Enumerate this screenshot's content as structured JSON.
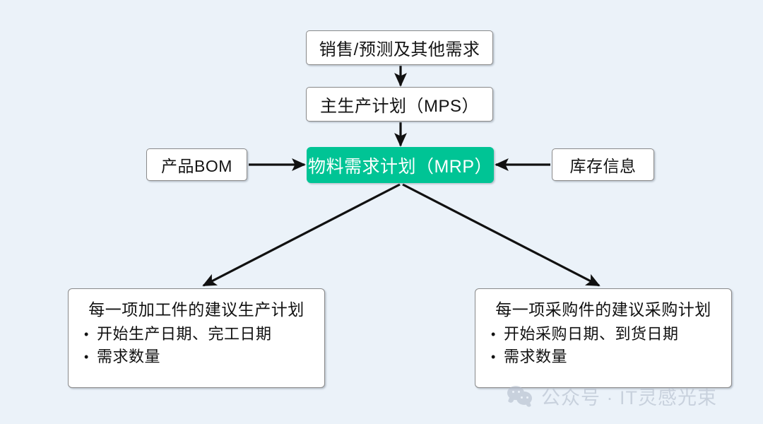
{
  "canvas": {
    "background_color": "#ebf2f9",
    "accent_color": "#00c495",
    "line_color": "#111111"
  },
  "nodes": {
    "demand": {
      "label": "销售/预测及其他需求"
    },
    "mps": {
      "label": "主生产计划（MPS）"
    },
    "mrp": {
      "label": "物料需求计划（MRP）"
    },
    "bom": {
      "label": "产品BOM"
    },
    "inventory": {
      "label": "库存信息"
    },
    "production_plan": {
      "title": "每一项加工件的建议生产计划",
      "items": [
        "开始生产日期、完工日期",
        "需求数量"
      ]
    },
    "purchase_plan": {
      "title": "每一项采购件的建议采购计划",
      "items": [
        "开始采购日期、到货日期",
        "需求数量"
      ]
    }
  },
  "watermark": {
    "icon": "wechat-icon",
    "text": "公众号 · IT灵感光束"
  }
}
